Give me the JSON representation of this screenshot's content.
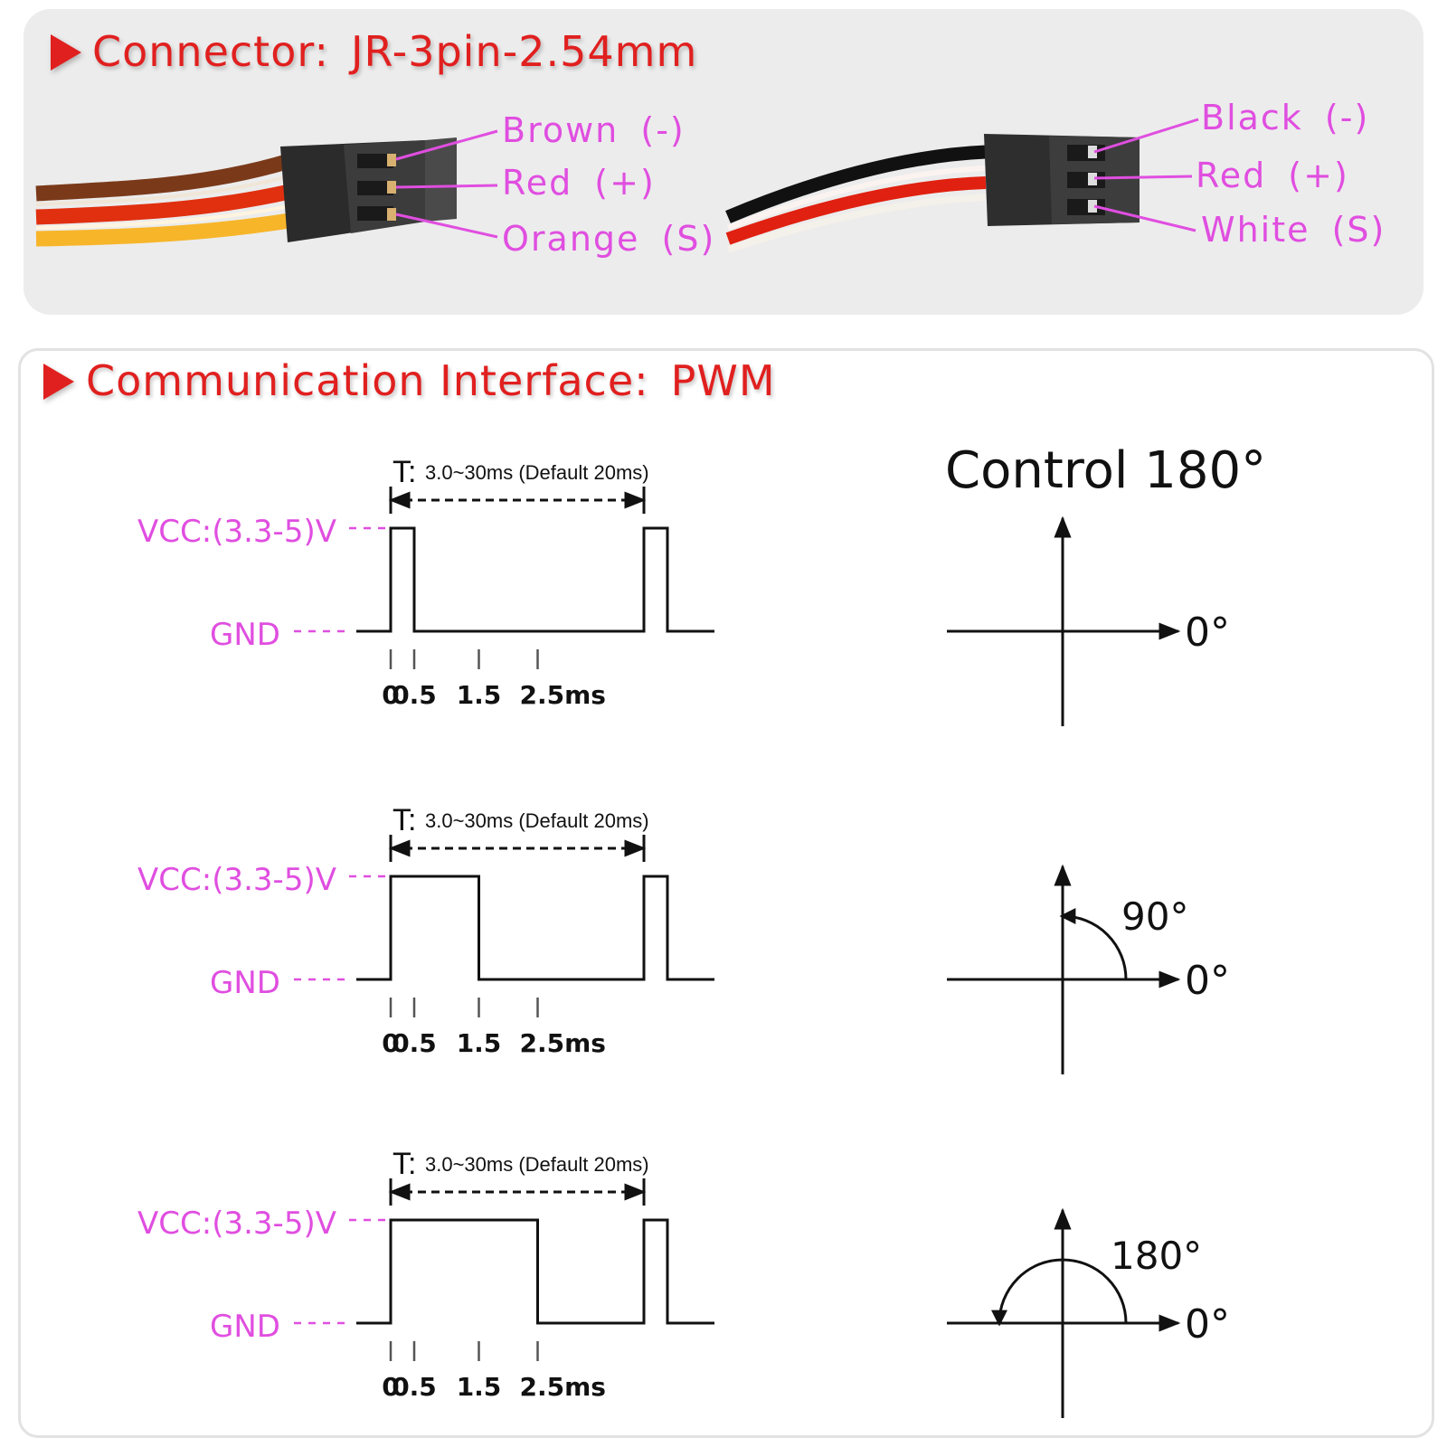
{
  "colors": {
    "title_red": "#e0201f",
    "label_magenta": "#e04ee0",
    "brown": "#7a3a1a",
    "red": "#e02010",
    "orange": "#f5a020",
    "black": "#111111",
    "white": "#ffffff"
  },
  "connector": {
    "title_prefix": "Connector",
    "title_sep": ":",
    "title_value": "JR-3pin-2.54mm",
    "left_plug": {
      "icon": "servo-connector-plug-icon",
      "wires": [
        {
          "label": "Brown",
          "polarity": "(-)"
        },
        {
          "label": "Red",
          "polarity": "(+)"
        },
        {
          "label": "Orange",
          "polarity": "(S)"
        }
      ]
    },
    "right_plug": {
      "icon": "servo-connector-plug-icon",
      "wires": [
        {
          "label": "Black",
          "polarity": "(-)"
        },
        {
          "label": "Red",
          "polarity": "(+)"
        },
        {
          "label": "White",
          "polarity": "(S)"
        }
      ]
    }
  },
  "interface": {
    "title_prefix": "Communication Interface",
    "title_sep": ":",
    "title_value": "PWM",
    "control_title": "Control 180°",
    "period_label_prefix": "T:",
    "period_label_value": "3.0~30ms (Default 20ms)",
    "vcc_label": "VCC:(3.3-5)V",
    "gnd_label": "GND",
    "time_ticks": [
      "0",
      "0.5",
      "1.5",
      "2.5ms"
    ],
    "zero_label": "0°",
    "diagrams": [
      {
        "pulse_width_ms": 0.5,
        "angle_deg": 0,
        "angle_label": ""
      },
      {
        "pulse_width_ms": 1.5,
        "angle_deg": 90,
        "angle_label": "90°"
      },
      {
        "pulse_width_ms": 2.5,
        "angle_deg": 180,
        "angle_label": "180°"
      }
    ]
  }
}
